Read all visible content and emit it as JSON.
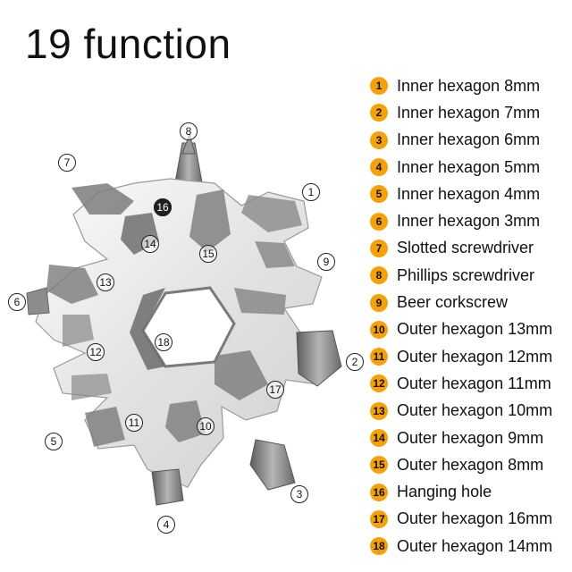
{
  "title": "19 function",
  "legend": [
    {
      "num": "1",
      "label": "Inner hexagon 8mm"
    },
    {
      "num": "2",
      "label": "Inner hexagon 7mm"
    },
    {
      "num": "3",
      "label": "Inner hexagon 6mm"
    },
    {
      "num": "4",
      "label": "Inner hexagon 5mm"
    },
    {
      "num": "5",
      "label": "Inner hexagon 4mm"
    },
    {
      "num": "6",
      "label": "Inner hexagon 3mm"
    },
    {
      "num": "7",
      "label": "Slotted screwdriver"
    },
    {
      "num": "8",
      "label": "Phillips screwdriver"
    },
    {
      "num": "9",
      "label": "Beer corkscrew"
    },
    {
      "num": "10",
      "label": "Outer hexagon 13mm"
    },
    {
      "num": "11",
      "label": "Outer hexagon 12mm"
    },
    {
      "num": "12",
      "label": "Outer hexagon 11mm"
    },
    {
      "num": "13",
      "label": "Outer hexagon 10mm"
    },
    {
      "num": "14",
      "label": "Outer hexagon 9mm"
    },
    {
      "num": "15",
      "label": "Outer hexagon 8mm"
    },
    {
      "num": "16",
      "label": "Hanging hole"
    },
    {
      "num": "17",
      "label": "Outer hexagon 16mm"
    },
    {
      "num": "18",
      "label": "Outer hexagon 14mm"
    }
  ],
  "callouts": [
    "1",
    "2",
    "3",
    "4",
    "5",
    "6",
    "7",
    "8",
    "9",
    "10",
    "11",
    "12",
    "13",
    "14",
    "15",
    "16",
    "17",
    "18"
  ],
  "colors": {
    "badge": "#f5a20a",
    "metal_light": "#f2f2f2",
    "metal_dark": "#8a8a8a"
  }
}
